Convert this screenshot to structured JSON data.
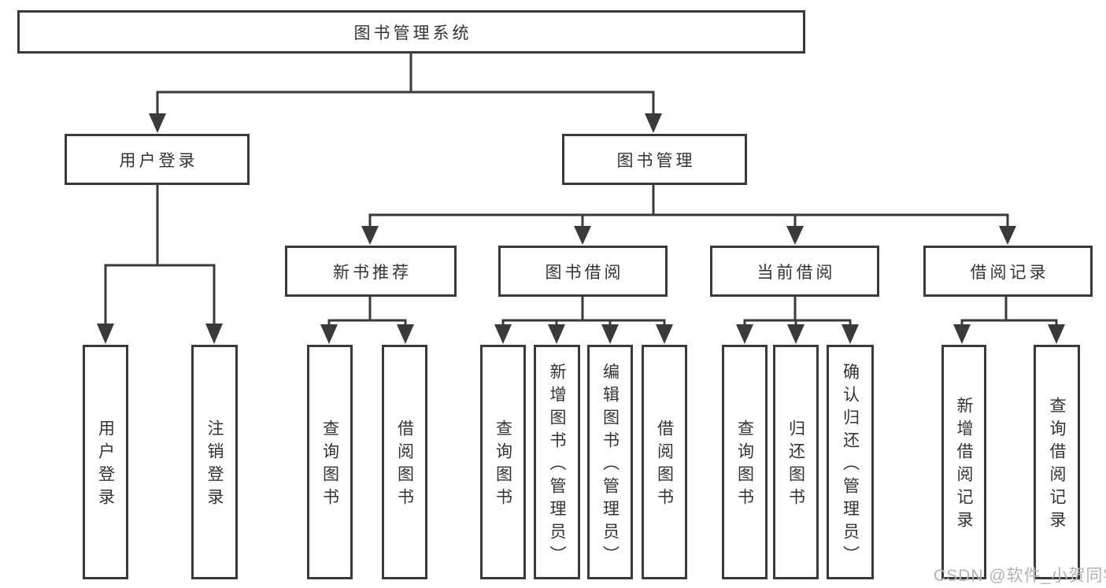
{
  "colors": {
    "line": "#3a3a3a",
    "text": "#333333",
    "background": "#ffffff",
    "watermark": "#b3b3b3"
  },
  "watermark": {
    "text": "CSDN @软件_小贺同学"
  },
  "tree": {
    "label": "图书管理系统",
    "children": [
      {
        "label": "用户登录",
        "children": [
          {
            "label": "用户登录"
          },
          {
            "label": "注销登录"
          }
        ]
      },
      {
        "label": "图书管理",
        "children": [
          {
            "label": "新书推荐",
            "children": [
              {
                "label": "查询图书"
              },
              {
                "label": "借阅图书"
              }
            ]
          },
          {
            "label": "图书借阅",
            "children": [
              {
                "label": "查询图书"
              },
              {
                "label": "新增图书（管理员）"
              },
              {
                "label": "编辑图书（管理员）"
              },
              {
                "label": "借阅图书"
              }
            ]
          },
          {
            "label": "当前借阅",
            "children": [
              {
                "label": "查询图书"
              },
              {
                "label": "归还图书"
              },
              {
                "label": "确认归还（管理员）"
              }
            ]
          },
          {
            "label": "借阅记录",
            "children": [
              {
                "label": "新增借阅记录"
              },
              {
                "label": "查询借阅记录"
              }
            ]
          }
        ]
      }
    ]
  }
}
